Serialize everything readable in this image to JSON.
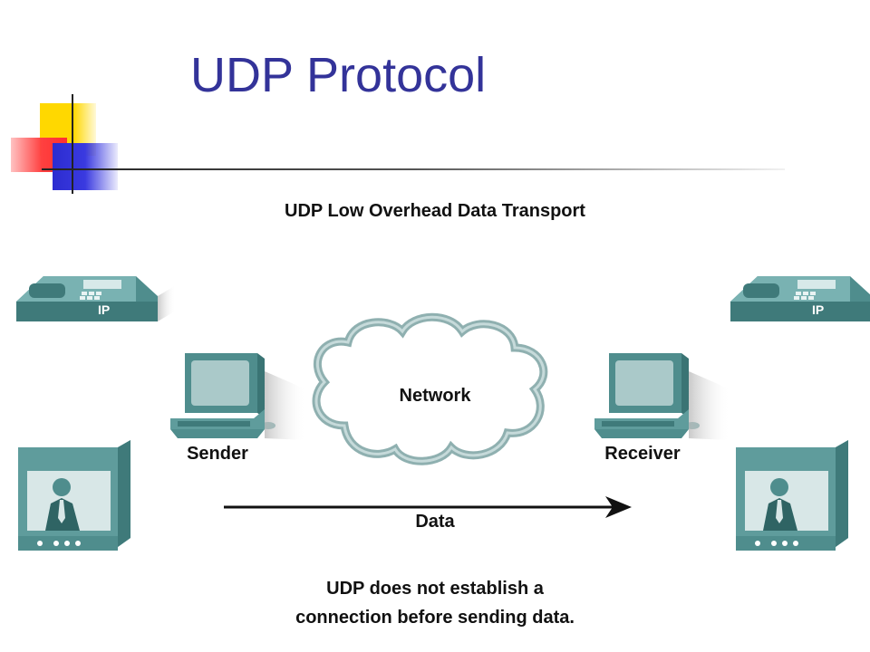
{
  "slide": {
    "title": "UDP Protocol"
  },
  "diagram": {
    "title": "UDP Low Overhead Data Transport",
    "sender_label": "Sender",
    "receiver_label": "Receiver",
    "network_label": "Network",
    "data_label": "Data",
    "phone_badge": "IP",
    "caption_line1": "UDP does not establish a",
    "caption_line2": "connection before sending data."
  },
  "colors": {
    "title": "#333399",
    "device_teal": "#5f9c9c",
    "device_light": "#aac9c9",
    "cloud_fill": "#ffffff",
    "cloud_stroke": "#8fb0b0"
  }
}
